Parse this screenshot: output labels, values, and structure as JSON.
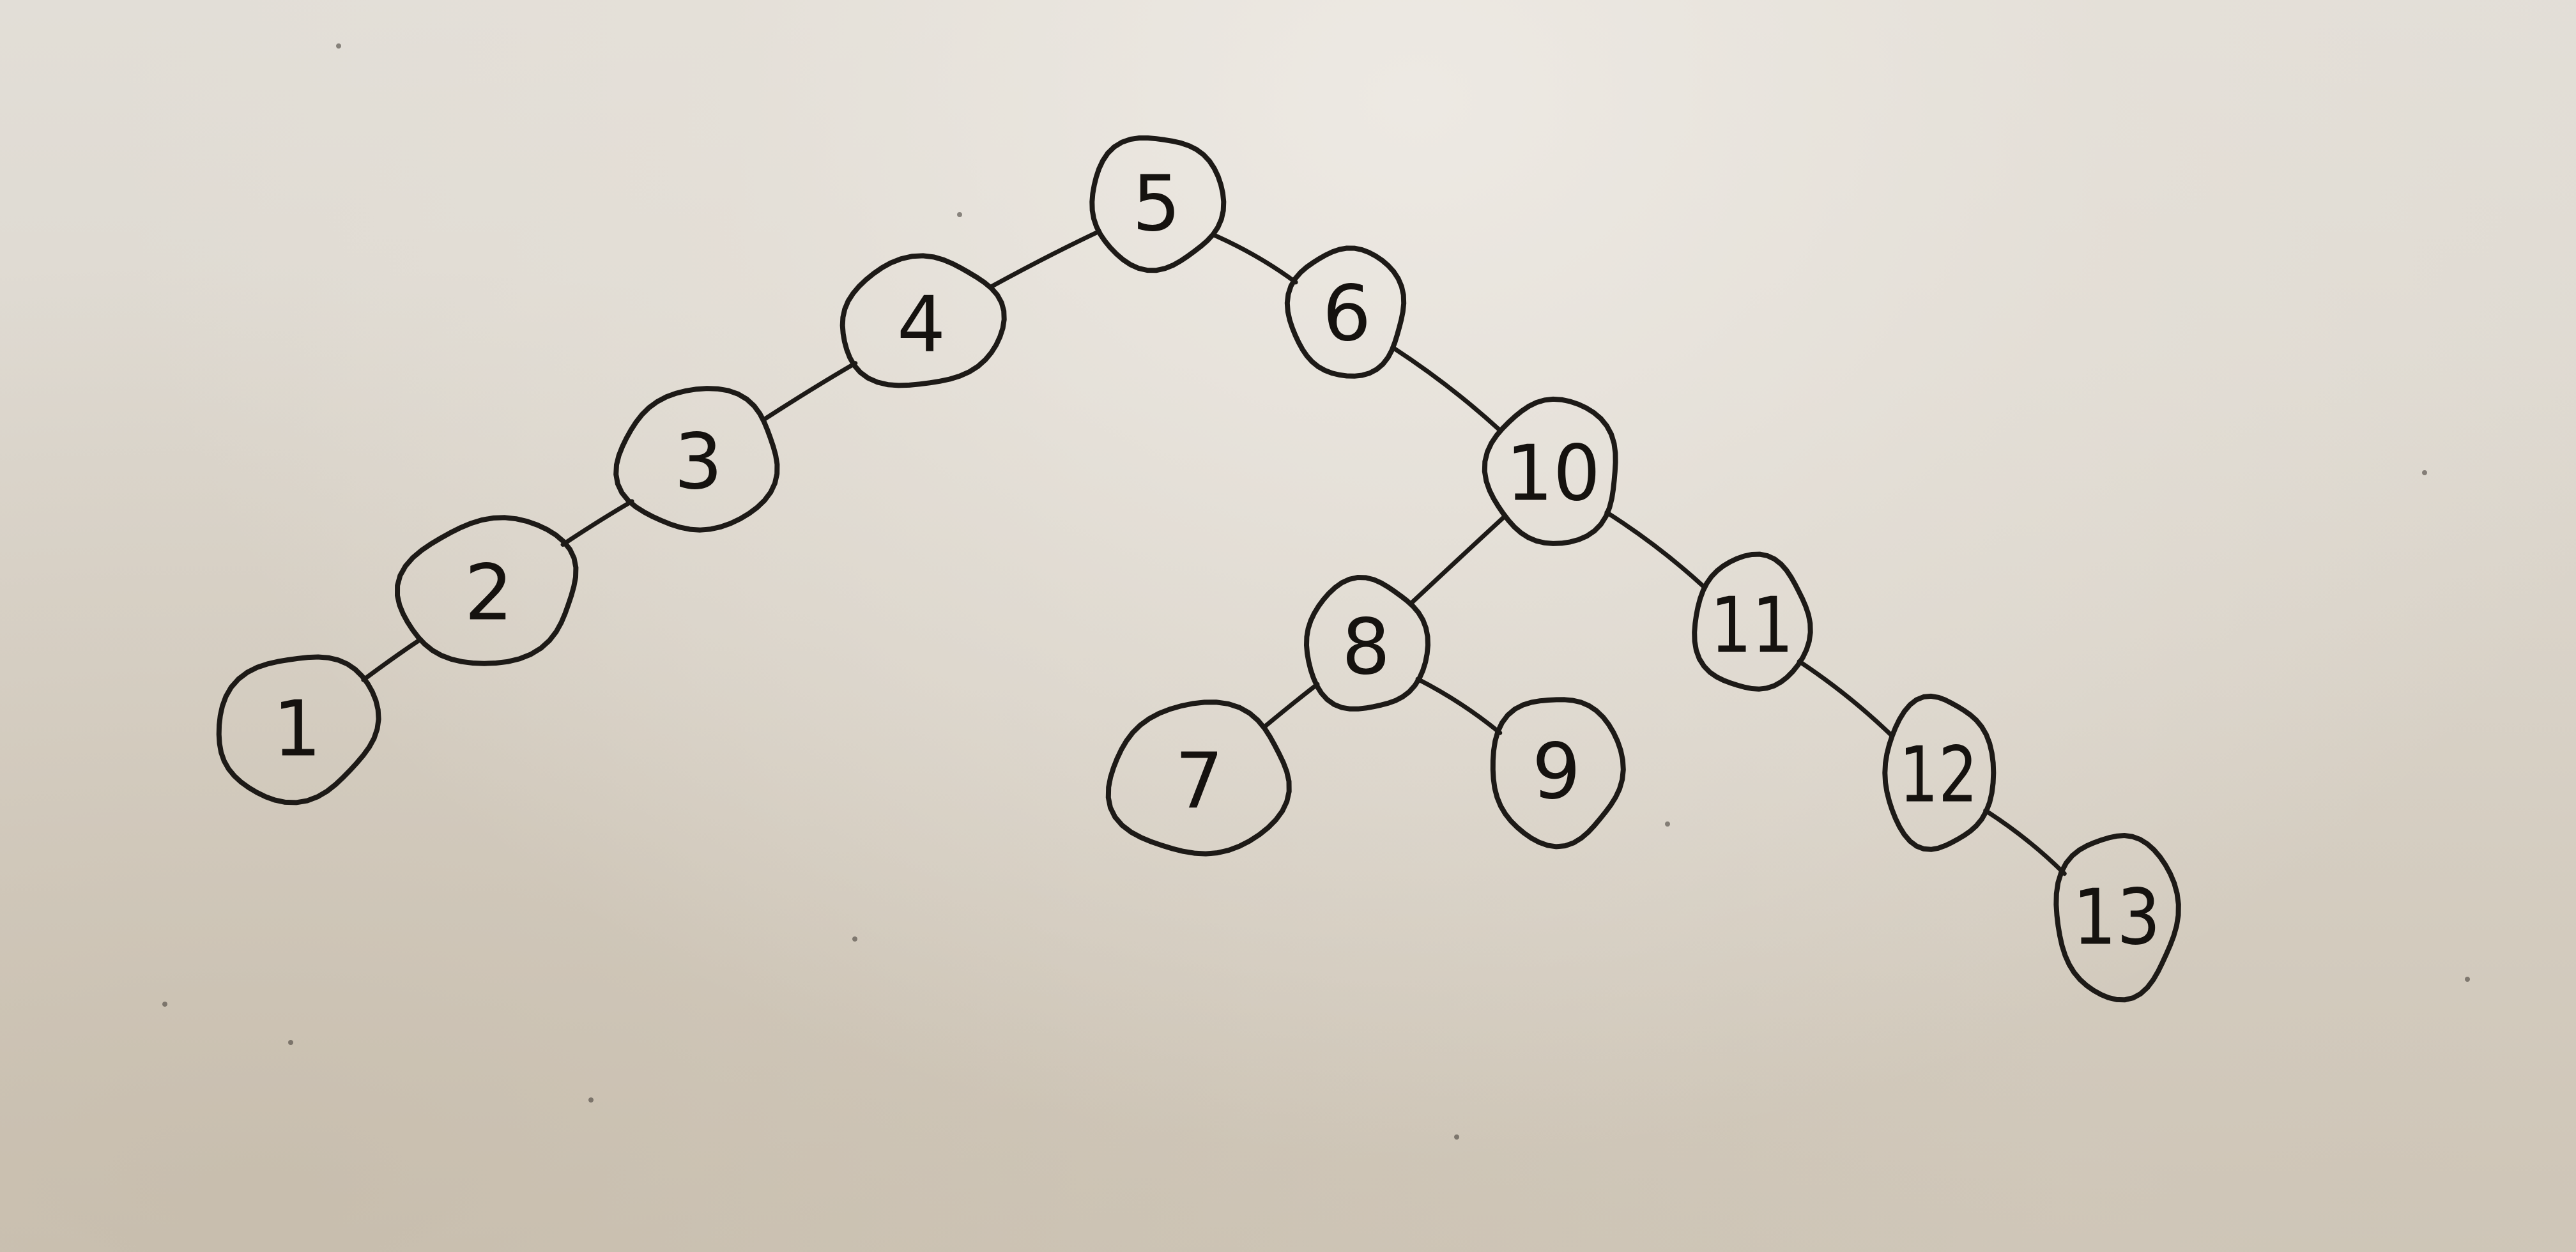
{
  "tree": {
    "nodes": [
      {
        "id": "1",
        "label": "1"
      },
      {
        "id": "2",
        "label": "2"
      },
      {
        "id": "3",
        "label": "3"
      },
      {
        "id": "4",
        "label": "4"
      },
      {
        "id": "5",
        "label": "5"
      },
      {
        "id": "6",
        "label": "6"
      },
      {
        "id": "7",
        "label": "7"
      },
      {
        "id": "8",
        "label": "8"
      },
      {
        "id": "9",
        "label": "9"
      },
      {
        "id": "10",
        "label": "10"
      },
      {
        "id": "11",
        "label": "11"
      },
      {
        "id": "12",
        "label": "12"
      },
      {
        "id": "13",
        "label": "13"
      }
    ],
    "edges": [
      {
        "from": "5",
        "to": "4"
      },
      {
        "from": "4",
        "to": "3"
      },
      {
        "from": "3",
        "to": "2"
      },
      {
        "from": "2",
        "to": "1"
      },
      {
        "from": "5",
        "to": "6"
      },
      {
        "from": "6",
        "to": "10"
      },
      {
        "from": "10",
        "to": "8"
      },
      {
        "from": "8",
        "to": "7"
      },
      {
        "from": "8",
        "to": "9"
      },
      {
        "from": "10",
        "to": "11"
      },
      {
        "from": "11",
        "to": "12"
      },
      {
        "from": "12",
        "to": "13"
      }
    ]
  }
}
